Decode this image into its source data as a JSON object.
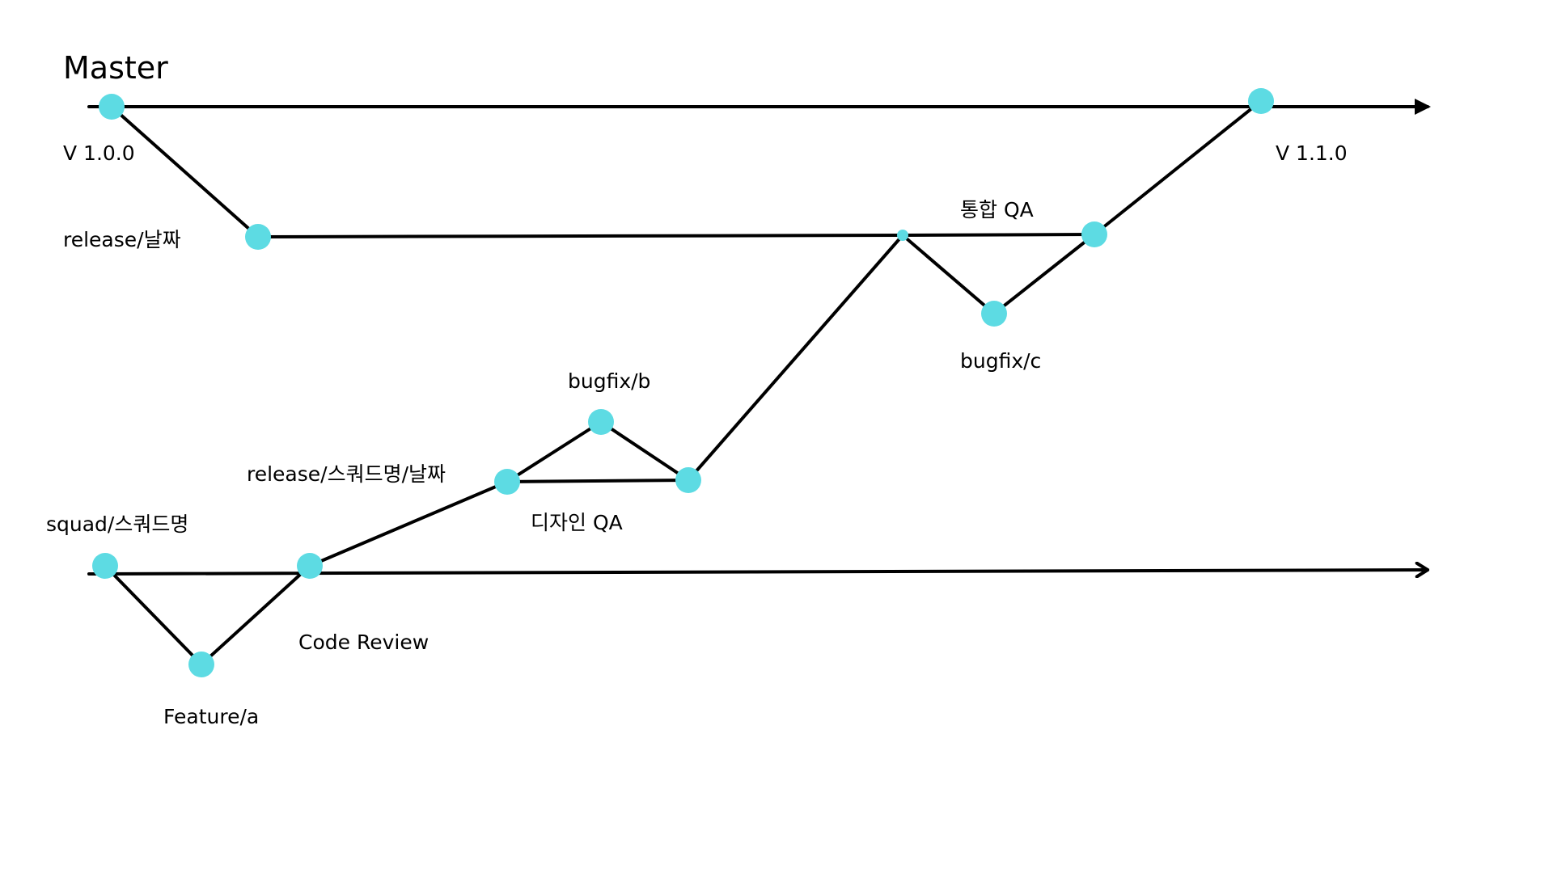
{
  "colors": {
    "node": "#5ddbe3",
    "edge": "#000000",
    "label": "#000000",
    "accent_label": "#4aa8d8",
    "background": "#ffffff"
  },
  "title": "Master",
  "nodes": [
    {
      "id": "master_v100",
      "label": "V 1.0.0"
    },
    {
      "id": "master_v110",
      "label": "V 1.1.0"
    },
    {
      "id": "release_date",
      "label": "release/날짜"
    },
    {
      "id": "release_merge",
      "label": ""
    },
    {
      "id": "release_final",
      "label": ""
    },
    {
      "id": "bugfix_c",
      "label": "bugfix/c"
    },
    {
      "id": "squad_release",
      "label": "release/스쿼드명/날짜"
    },
    {
      "id": "bugfix_b",
      "label": "bugfix/b"
    },
    {
      "id": "squad_release_end",
      "label": ""
    },
    {
      "id": "squad_start",
      "label": "squad/스쿼드명"
    },
    {
      "id": "feature_a",
      "label": "Feature/a"
    },
    {
      "id": "squad_merge",
      "label": ""
    }
  ],
  "edges": [
    {
      "from": "master_v100",
      "to": "release_date"
    },
    {
      "from": "release_date",
      "to": "release_merge"
    },
    {
      "from": "release_merge",
      "to": "release_final"
    },
    {
      "from": "release_merge",
      "to": "bugfix_c"
    },
    {
      "from": "bugfix_c",
      "to": "release_final"
    },
    {
      "from": "release_final",
      "to": "master_v110"
    },
    {
      "from": "squad_start",
      "to": "feature_a"
    },
    {
      "from": "feature_a",
      "to": "squad_merge"
    },
    {
      "from": "squad_merge",
      "to": "squad_release"
    },
    {
      "from": "squad_release",
      "to": "bugfix_b"
    },
    {
      "from": "bugfix_b",
      "to": "squad_release_end"
    },
    {
      "from": "squad_release",
      "to": "squad_release_end"
    },
    {
      "from": "squad_release_end",
      "to": "release_merge"
    }
  ],
  "branches": [
    {
      "id": "master",
      "label": "Master"
    },
    {
      "id": "squad",
      "label": "squad/스쿼드명"
    }
  ],
  "annotations": {
    "integration_qa": "통합  QA",
    "design_qa": "디자인 QA",
    "code_review": "Code Review"
  }
}
